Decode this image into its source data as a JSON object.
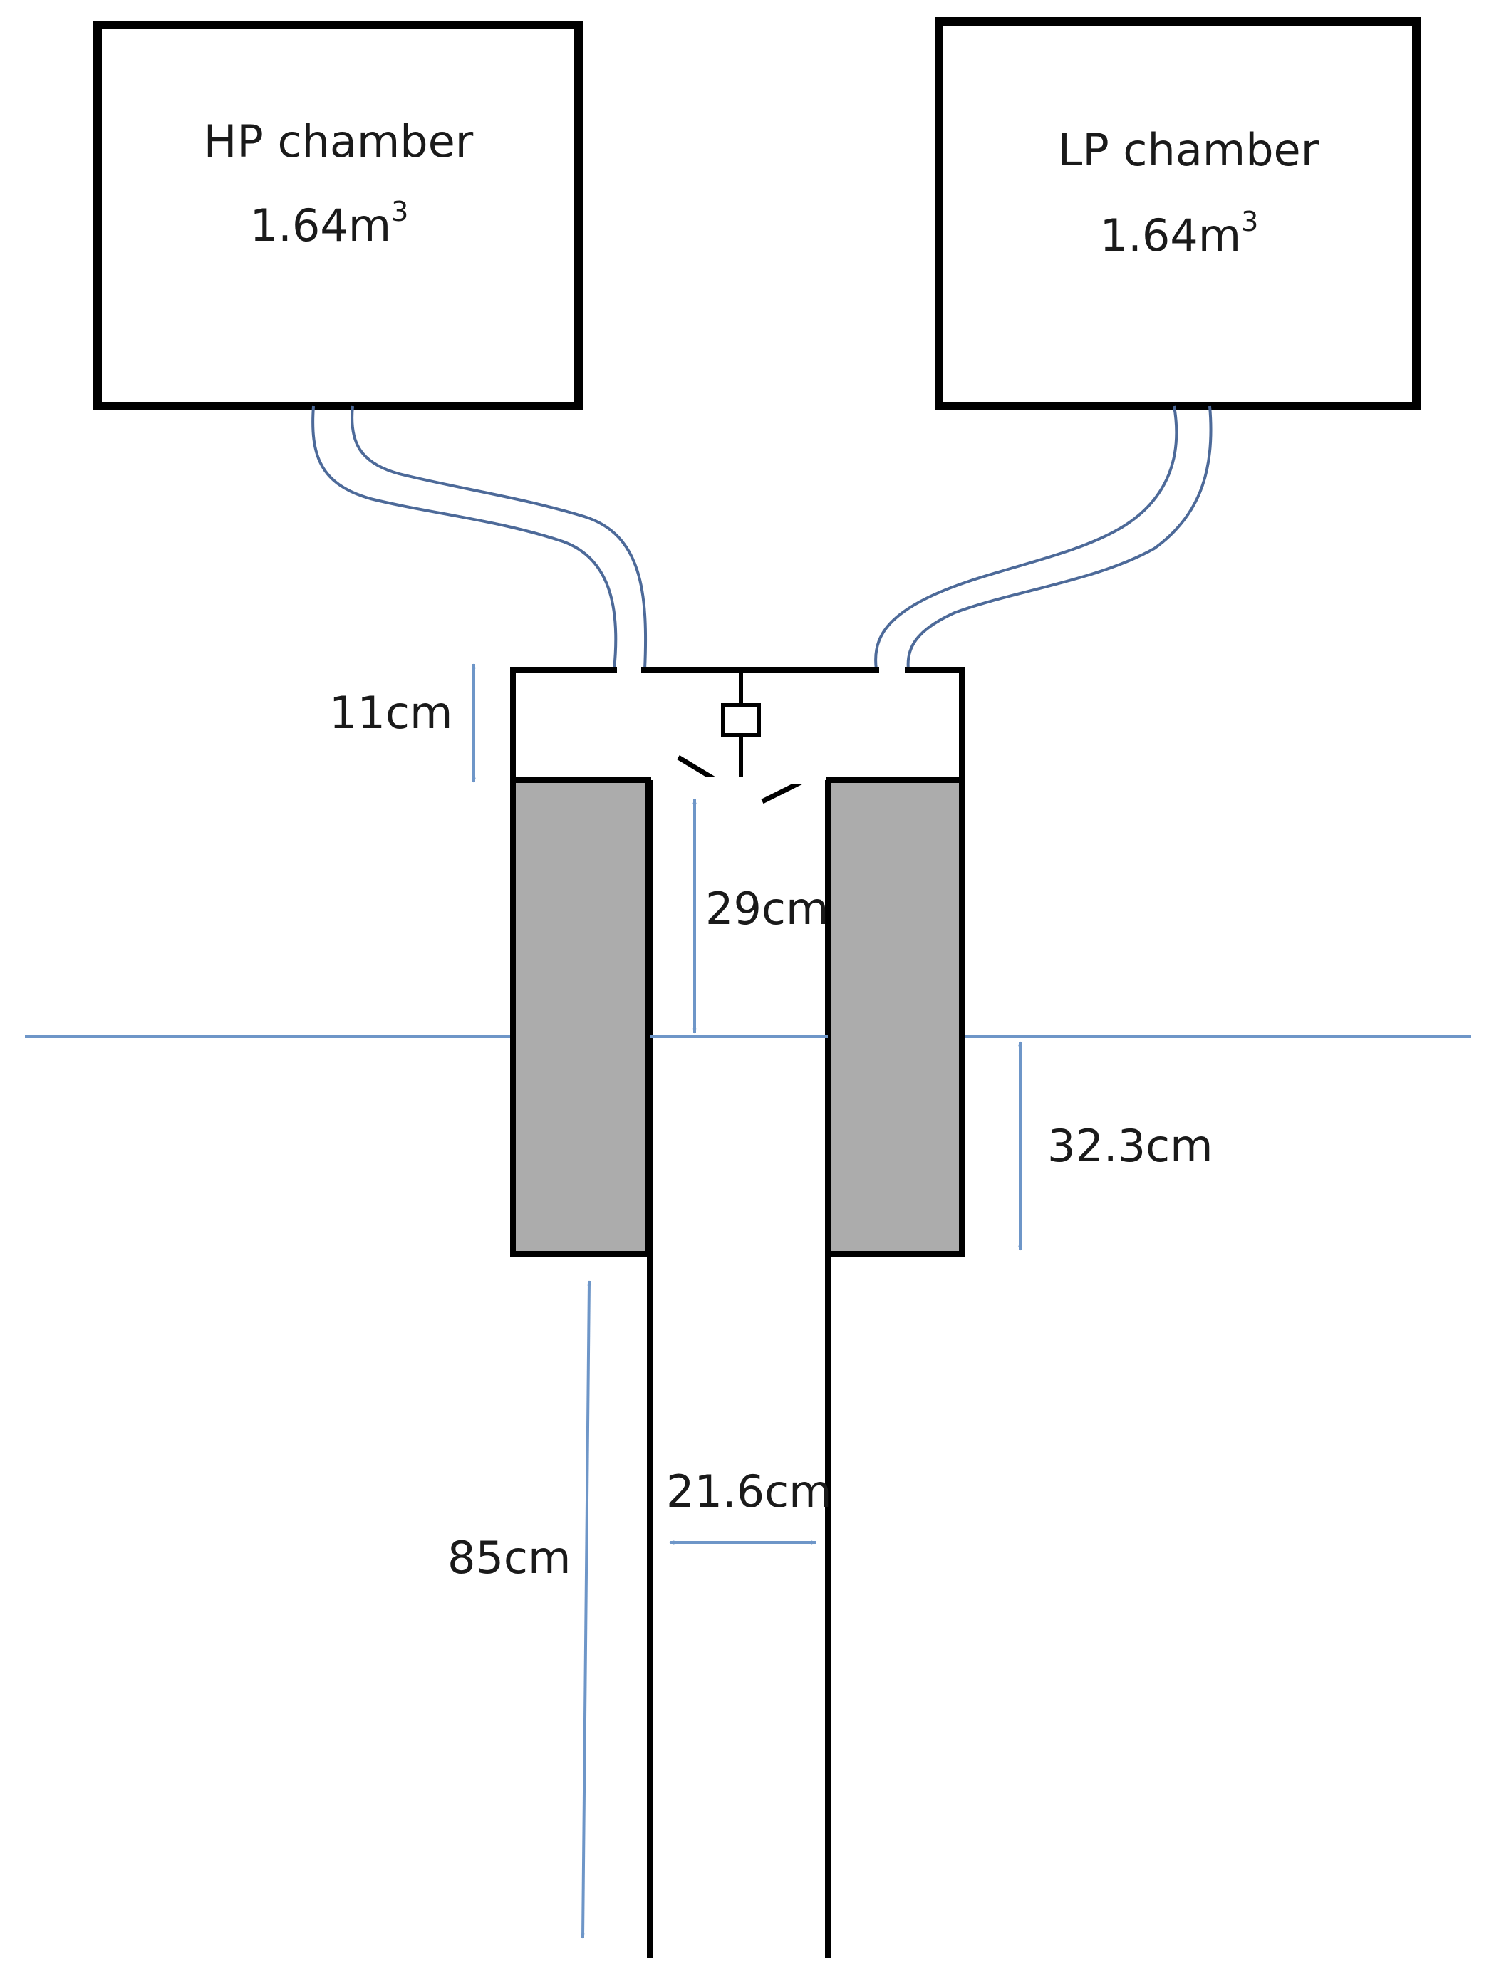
{
  "chambers": {
    "hp": {
      "name": "HP chamber",
      "volume_value": "1.64m",
      "volume_exp": "3"
    },
    "lp": {
      "name": "LP chamber",
      "volume_value": "1.64m",
      "volume_exp": "3"
    }
  },
  "dimensions": {
    "head_height": "11cm",
    "upper_bore": "29cm",
    "submerged_depth": "32.3cm",
    "pipe_diameter": "21.6cm",
    "pipe_length": "85cm"
  },
  "colors": {
    "outline": "#000000",
    "pipe_fill": "#ffffff",
    "hose_stroke": "#4d6a99",
    "dimension_arrow": "#6e96c8",
    "water_line": "#6e96c8",
    "float_fill": "#acacac"
  }
}
